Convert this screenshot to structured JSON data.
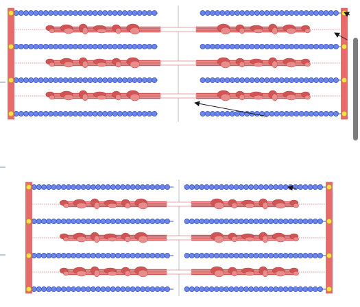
{
  "diagram": {
    "sarcomeres": [
      {
        "id": "relaxed",
        "actin_rows": 4,
        "myosin_rows": 3
      },
      {
        "id": "contracted",
        "actin_rows": 4,
        "myosin_rows": 3
      }
    ],
    "colors": {
      "actin": "#6b86e6",
      "actin_outline": "#3b55c8",
      "myosin": "#d05555",
      "myosin_light": "#e88c8c",
      "z_disc": "#e86b6b",
      "z_disc_cap": "#f4e04a",
      "m_line": "#c9c9c9",
      "arrow": "#1a1a1a",
      "scrollbar": "#7d7d7d",
      "margin_tick": "#7a8fb8"
    },
    "icons": [
      "arrow-pointer-icon",
      "scrollbar-thumb"
    ]
  }
}
